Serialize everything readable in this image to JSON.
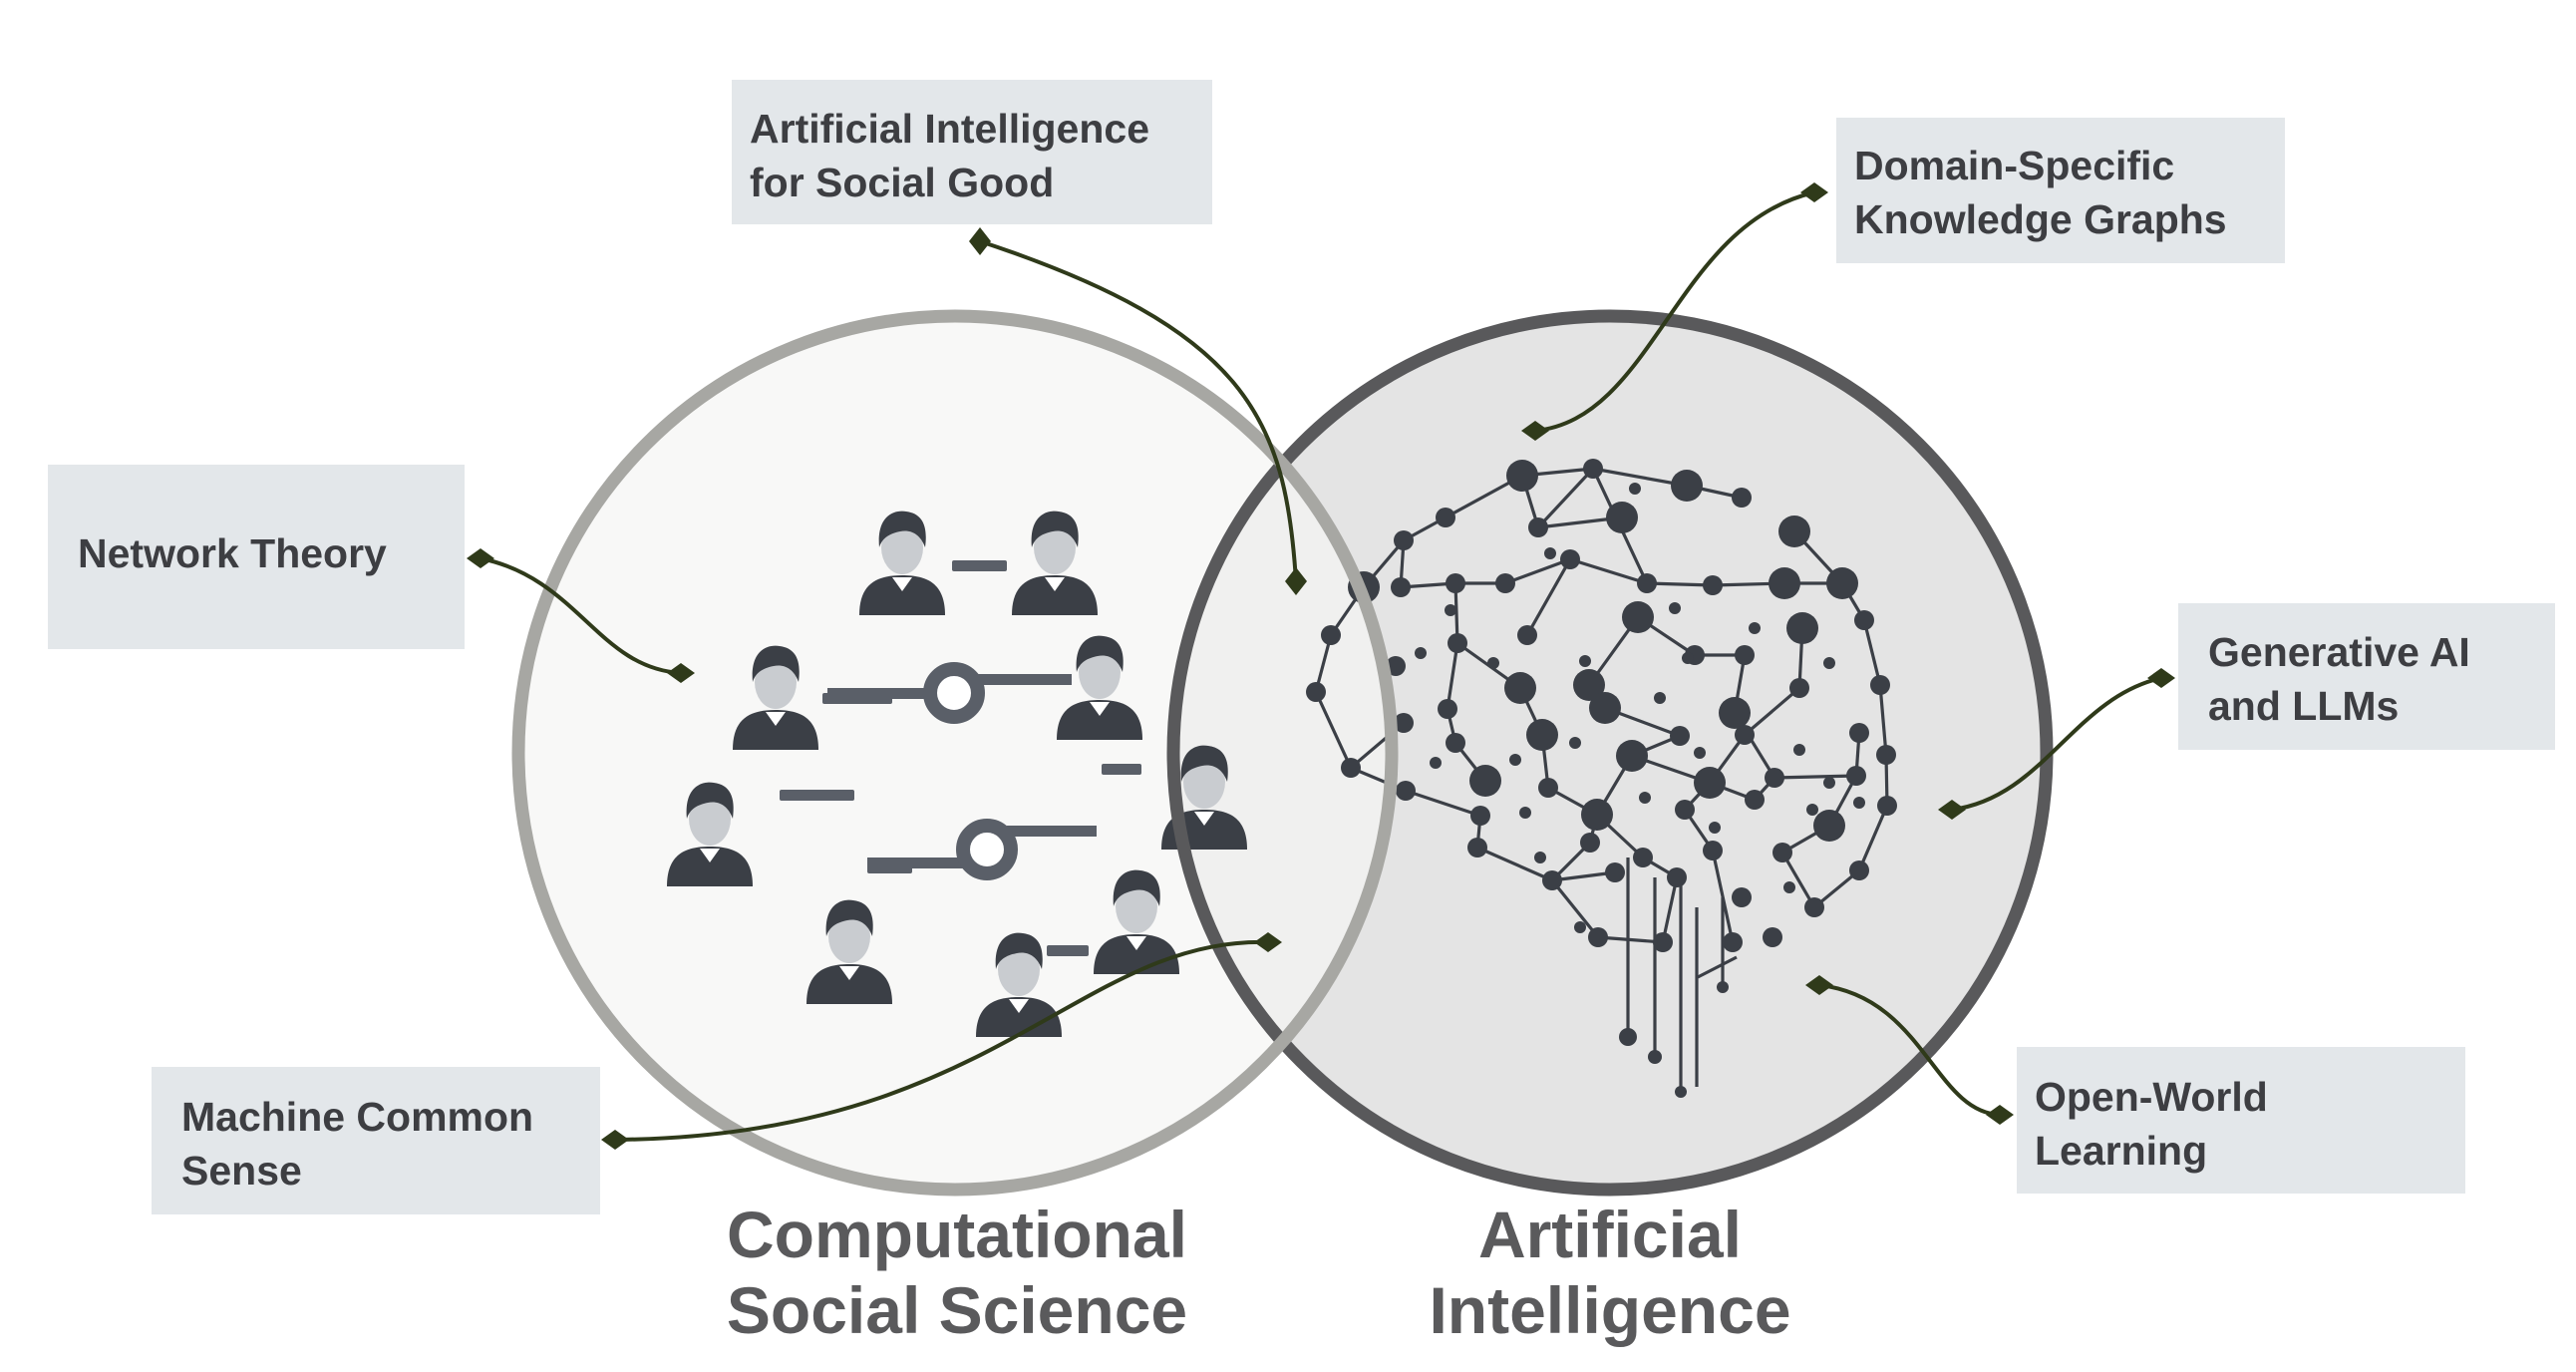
{
  "labels": {
    "ai_social_good": [
      "Artificial Intelligence",
      "for Social Good"
    ],
    "domain_kg": [
      "Domain-Specific",
      "Knowledge Graphs"
    ],
    "network_theory": [
      "Network Theory"
    ],
    "generative_ai": [
      "Generative AI",
      "and LLMs"
    ],
    "machine_common_sense": [
      "Machine Common",
      "Sense"
    ],
    "open_world": [
      "Open-World",
      "Learning"
    ]
  },
  "circles": {
    "left_title": [
      "Computational",
      "Social Science"
    ],
    "right_title": [
      "Artificial",
      "Intelligence"
    ]
  },
  "colors": {
    "label_bg": "#e3e7ea",
    "label_text": "#3d3e42",
    "connector": "#2f3a1a",
    "left_ring": "#a7a7a3",
    "right_ring": "#59595b",
    "left_fill": "#f5f5f3",
    "right_fill": "#e4e4e4",
    "icon_dark": "#3b3f46",
    "icon_face": "#c9ccd0"
  },
  "icons": {
    "left_circle": "people-network-icon",
    "right_circle": "brain-circuit-icon"
  }
}
